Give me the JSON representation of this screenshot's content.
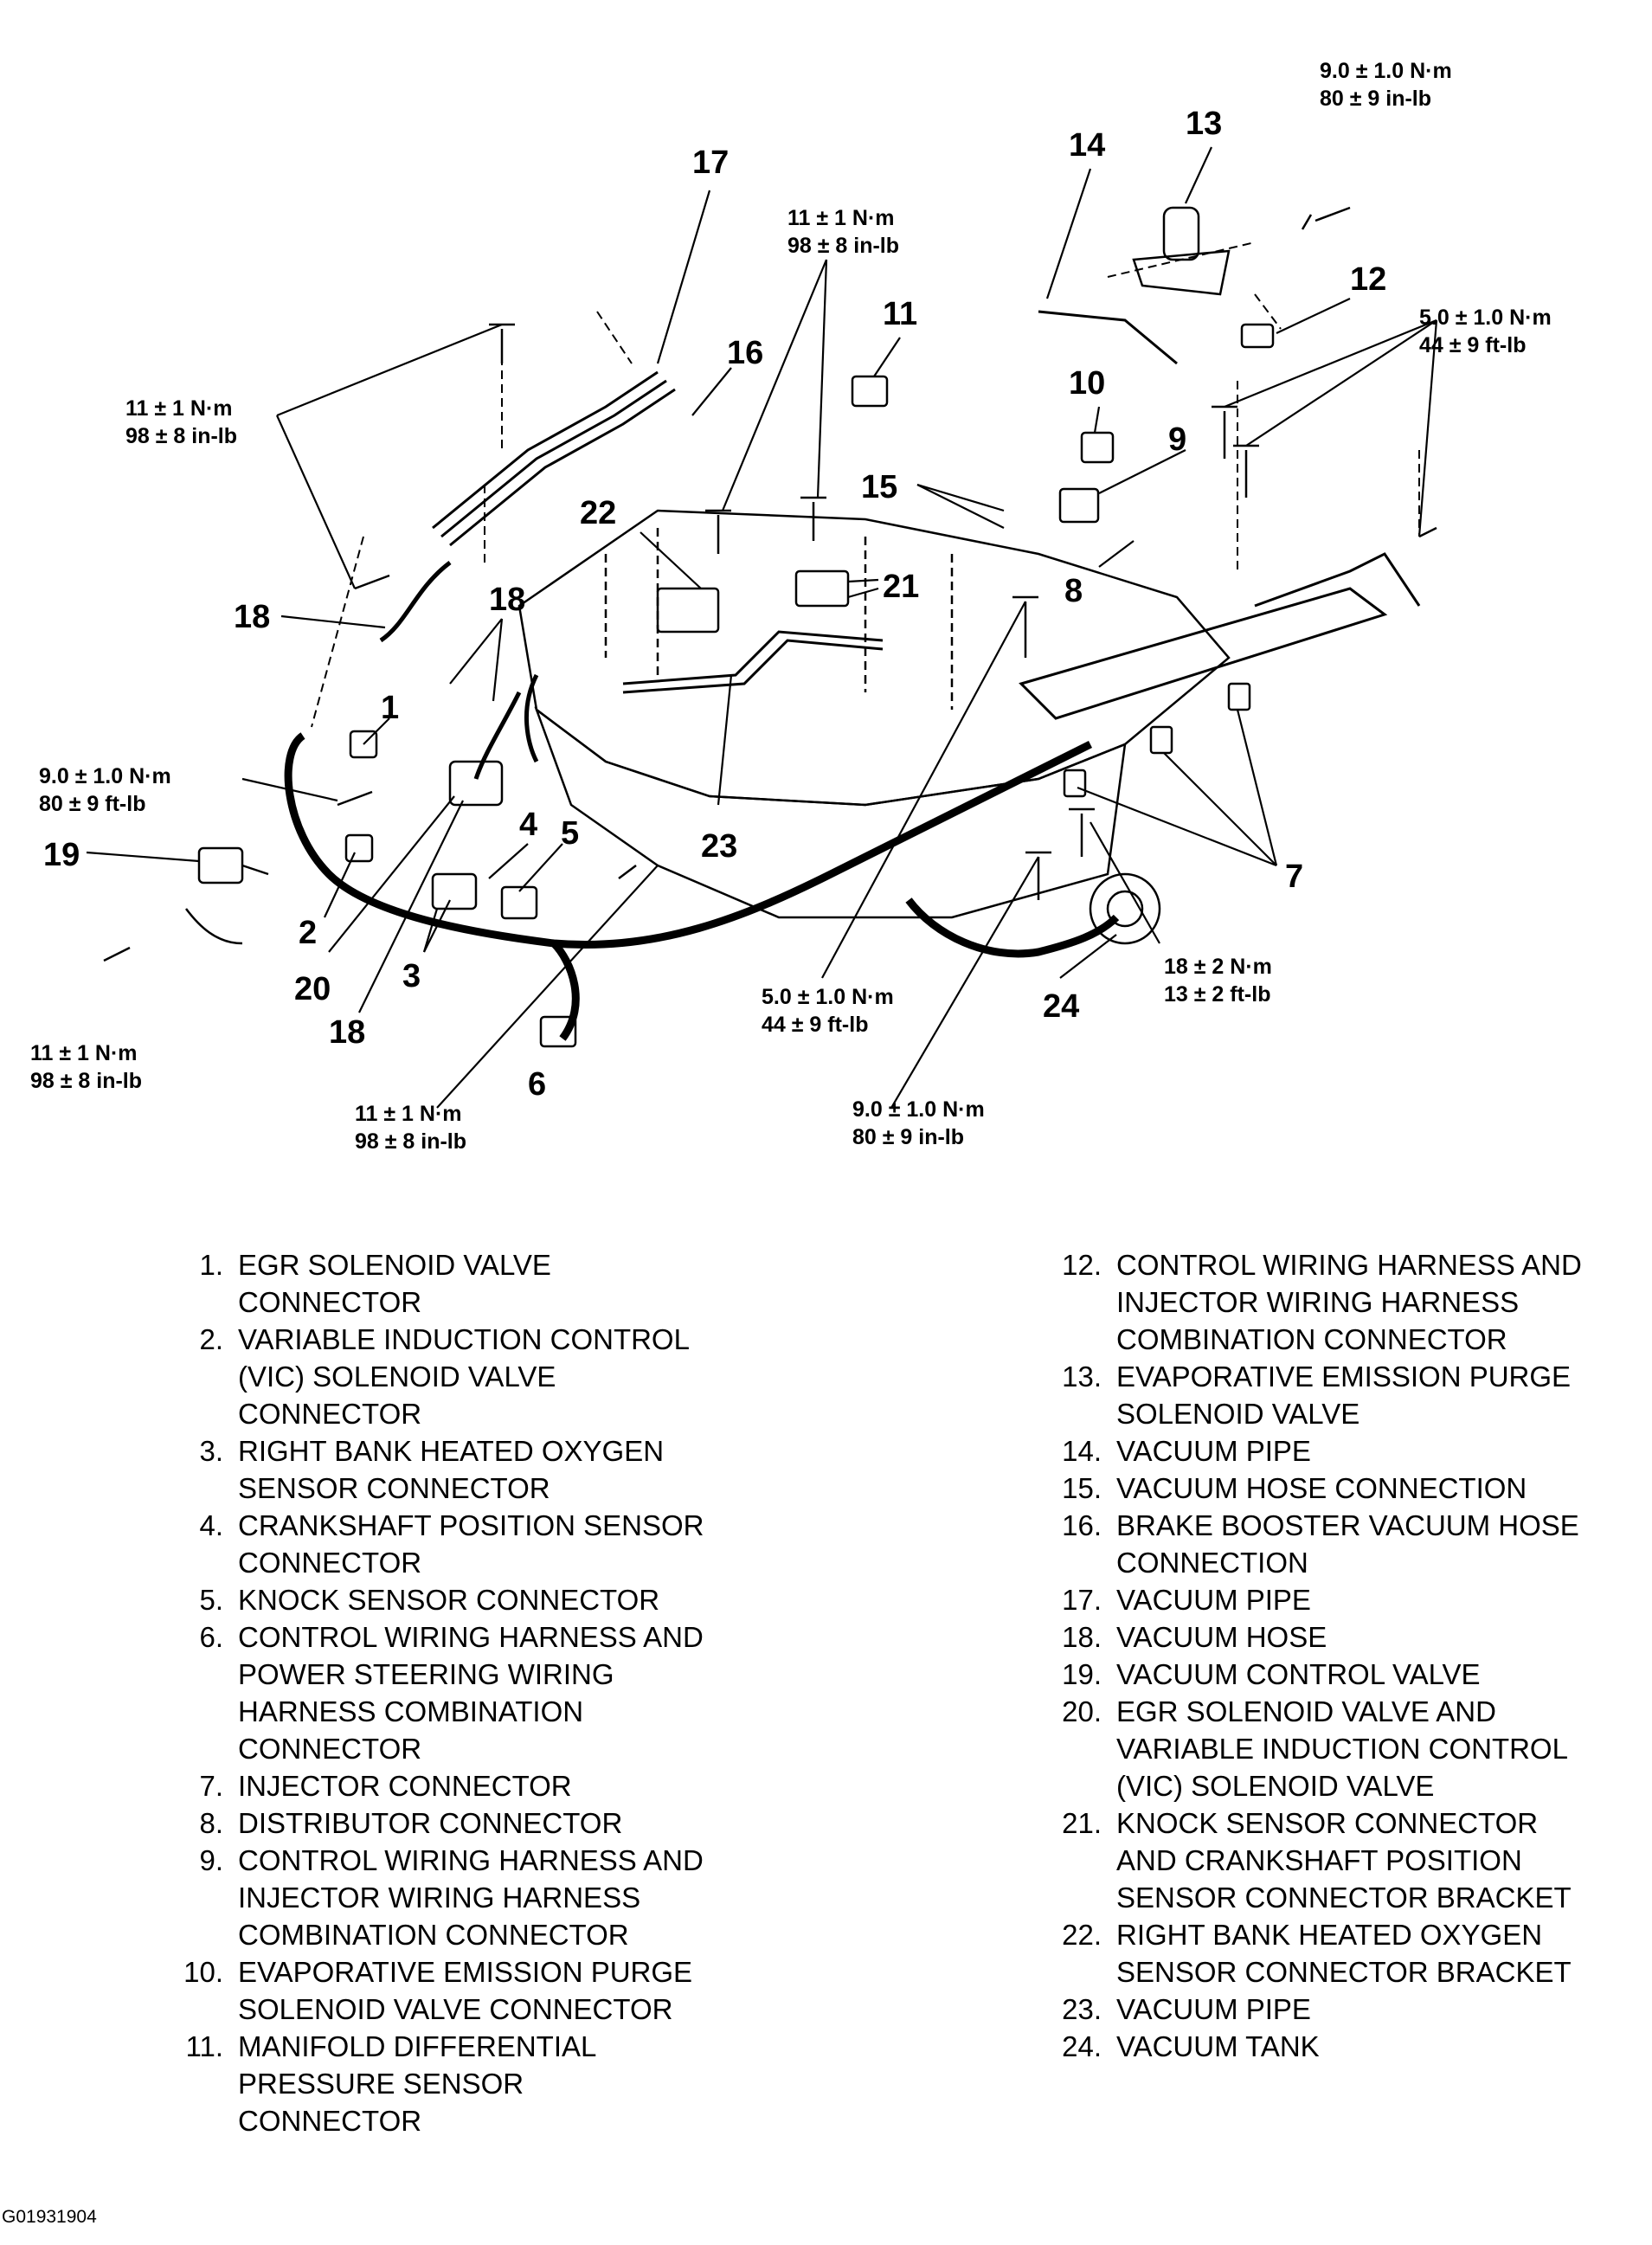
{
  "callouts": {
    "c1": "1",
    "c2": "2",
    "c3": "3",
    "c4": "4",
    "c5": "5",
    "c6": "6",
    "c7": "7",
    "c8": "8",
    "c9": "9",
    "c10": "10",
    "c11": "11",
    "c12": "12",
    "c13": "13",
    "c14": "14",
    "c15": "15",
    "c16": "16",
    "c17": "17",
    "c18a": "18",
    "c18b": "18",
    "c18c": "18",
    "c19": "19",
    "c20": "20",
    "c21": "21",
    "c22": "22",
    "c23": "23",
    "c24": "24"
  },
  "torques": {
    "t_purge_bolt": [
      "9.0 ± 1.0 N·m",
      "80 ± 9 in-lb"
    ],
    "t_top_center": [
      "11 ± 1 N·m",
      "98 ± 8 in-lb"
    ],
    "t_right_bolts": [
      "5.0 ± 1.0 N·m",
      "44 ± 9 ft-lb"
    ],
    "t_left_upper": [
      "11 ± 1 N·m",
      "98 ± 8 in-lb"
    ],
    "t_left_mid": [
      "9.0 ± 1.0 N·m",
      "80 ± 9 ft-lb"
    ],
    "t_left_lower": [
      "11 ± 1 N·m",
      "98 ± 8 in-lb"
    ],
    "t_bottom_left": [
      "11 ± 1 N·m",
      "98 ± 8 in-lb"
    ],
    "t_bottom_center": [
      "5.0 ± 1.0 N·m",
      "44 ± 9 ft-lb"
    ],
    "t_bottom_right": [
      "9.0 ± 1.0 N·m",
      "80 ± 9 in-lb"
    ],
    "t_tank": [
      "18 ± 2 N·m",
      "13 ± 2 ft-lb"
    ]
  },
  "legend_left": [
    {
      "num": "1.",
      "text": "EGR SOLENOID VALVE\nCONNECTOR"
    },
    {
      "num": "2.",
      "text": "VARIABLE INDUCTION CONTROL\n(VIC) SOLENOID VALVE\nCONNECTOR"
    },
    {
      "num": "3.",
      "text": "RIGHT BANK HEATED OXYGEN\nSENSOR CONNECTOR"
    },
    {
      "num": "4.",
      "text": "CRANKSHAFT POSITION SENSOR\nCONNECTOR"
    },
    {
      "num": "5.",
      "text": "KNOCK SENSOR CONNECTOR"
    },
    {
      "num": "6.",
      "text": "CONTROL WIRING HARNESS AND\nPOWER STEERING WIRING\nHARNESS COMBINATION\nCONNECTOR"
    },
    {
      "num": "7.",
      "text": "INJECTOR CONNECTOR"
    },
    {
      "num": "8.",
      "text": "DISTRIBUTOR CONNECTOR"
    },
    {
      "num": "9.",
      "text": "CONTROL WIRING HARNESS AND\nINJECTOR WIRING HARNESS\nCOMBINATION CONNECTOR"
    },
    {
      "num": "10.",
      "text": "EVAPORATIVE EMISSION PURGE\nSOLENOID VALVE CONNECTOR"
    },
    {
      "num": "11.",
      "text": "MANIFOLD DIFFERENTIAL\nPRESSURE SENSOR\nCONNECTOR"
    }
  ],
  "legend_right": [
    {
      "num": "12.",
      "text": "CONTROL WIRING HARNESS AND\nINJECTOR WIRING HARNESS\nCOMBINATION CONNECTOR"
    },
    {
      "num": "13.",
      "text": "EVAPORATIVE EMISSION PURGE\nSOLENOID VALVE"
    },
    {
      "num": "14.",
      "text": "VACUUM PIPE"
    },
    {
      "num": "15.",
      "text": "VACUUM HOSE CONNECTION"
    },
    {
      "num": "16.",
      "text": "BRAKE BOOSTER VACUUM HOSE\nCONNECTION"
    },
    {
      "num": "17.",
      "text": "VACUUM PIPE"
    },
    {
      "num": "18.",
      "text": "VACUUM HOSE"
    },
    {
      "num": "19.",
      "text": "VACUUM CONTROL VALVE"
    },
    {
      "num": "20.",
      "text": " EGR SOLENOID VALVE AND\nVARIABLE INDUCTION CONTROL\n(VIC) SOLENOID VALVE"
    },
    {
      "num": "21.",
      "text": "KNOCK SENSOR CONNECTOR\nAND CRANKSHAFT POSITION\nSENSOR CONNECTOR BRACKET"
    },
    {
      "num": "22.",
      "text": "RIGHT BANK HEATED OXYGEN\nSENSOR CONNECTOR BRACKET"
    },
    {
      "num": "23.",
      "text": "VACUUM PIPE"
    },
    {
      "num": "24.",
      "text": "VACUUM TANK"
    }
  ],
  "figure_id": "G01931904"
}
